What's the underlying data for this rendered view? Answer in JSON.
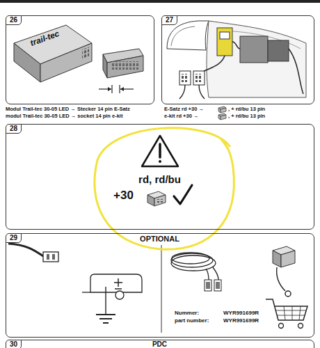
{
  "diagram": {
    "nodes": [
      {
        "text": [
          "26",
          "trail-tec"
        ]
      },
      {
        "text": [
          "27"
        ]
      },
      {
        "text": [
          "28",
          "rd, rd/bu",
          "+30"
        ]
      },
      {
        "text": [
          "29",
          "OPTIONAL",
          "Nummer:",
          "WYR991699R",
          "part number:",
          "WYR991699R"
        ]
      },
      {
        "text": [
          "30",
          "PDC"
        ]
      }
    ],
    "labels": [
      "Modul Trail-tec 30-05 LED → Stecker 14 pin E-Satz",
      "E-Satz rd +30 →",
      ", + rd/bu 13 pin",
      "modul Trail-tec 30-05 LED → socket 14 pin e-kit",
      "e-kit rd +30 →",
      ", + rd/bu 13 pin"
    ]
  }
}
